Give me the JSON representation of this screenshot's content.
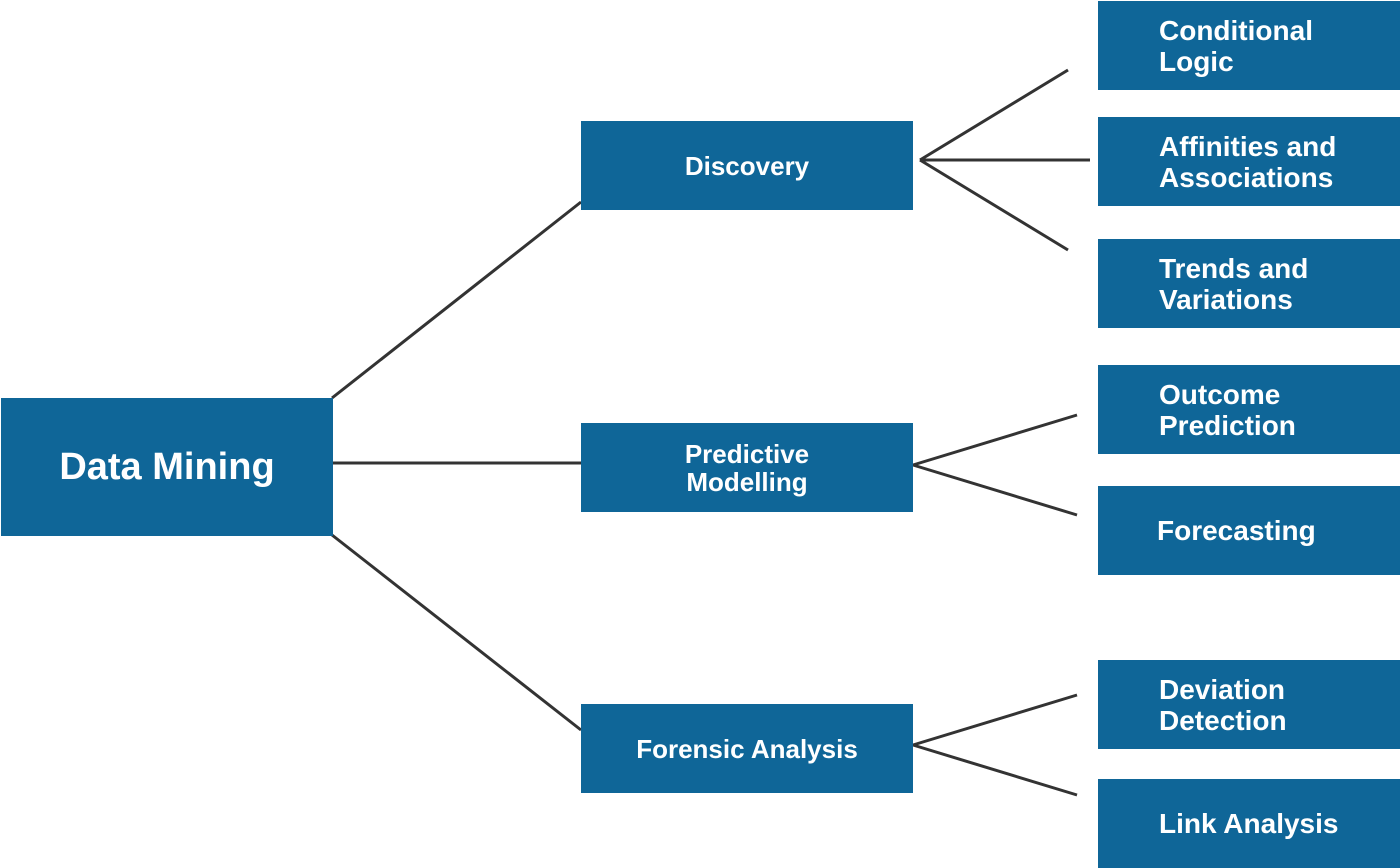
{
  "diagram": {
    "root": {
      "label": "Data Mining"
    },
    "categories": [
      {
        "label": "Discovery"
      },
      {
        "label": "Predictive\nModelling"
      },
      {
        "label": "Forensic Analysis"
      }
    ],
    "leaves": [
      {
        "label": "Conditional\nLogic"
      },
      {
        "label": "Affinities and\nAssociations"
      },
      {
        "label": "Trends and\nVariations"
      },
      {
        "label": "Outcome\nPrediction"
      },
      {
        "label": "Forecasting"
      },
      {
        "label": "Deviation\nDetection"
      },
      {
        "label": "Link Analysis"
      }
    ],
    "colors": {
      "box_fill": "#0f6698",
      "box_text": "#ffffff",
      "connector": "#333333"
    }
  }
}
